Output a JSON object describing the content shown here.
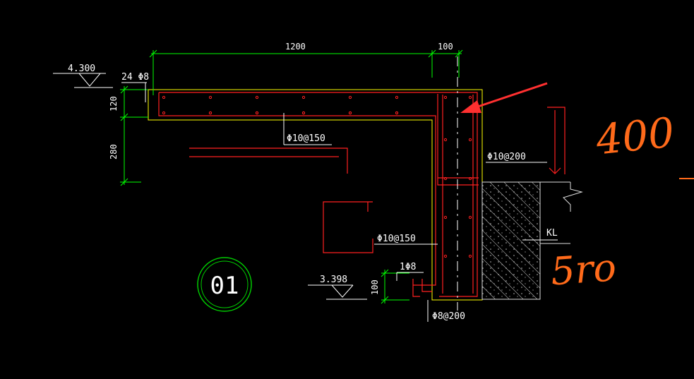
{
  "colors": {
    "background": "#000000",
    "dimension": "#00ff00",
    "concrete_outline": "#ffff00",
    "rebar": "#ff2020",
    "note": "#ffffff",
    "annotation": "#ff6a1a",
    "circle_outline": "#00cc00"
  },
  "dimensions": {
    "top_span": "1200",
    "top_edge": "100",
    "slab_thickness": "120",
    "drop_height": "280",
    "bottom_height": "100"
  },
  "elevations": {
    "top": "4.300",
    "bottom": "3.398"
  },
  "rebar_labels": {
    "top_bar": "24 Φ8",
    "slab_dist": "Φ10@150",
    "wall_top": "Φ10@200",
    "wall_mid": "Φ10@150",
    "bottom_bar": "1Φ8",
    "stirrup": "Φ8@200"
  },
  "beam_label": "KL",
  "detail_number": "01",
  "handwritten": {
    "value_top": "400",
    "value_bottom": "5ro"
  }
}
